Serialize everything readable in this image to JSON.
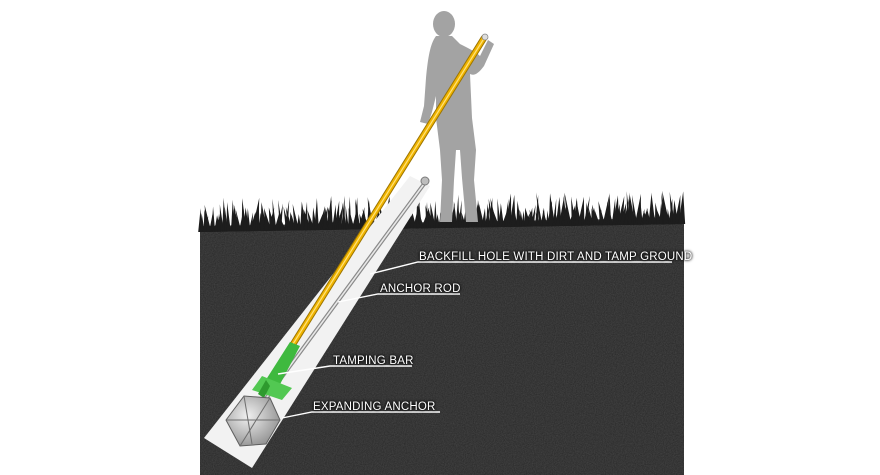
{
  "diagram": {
    "labels": {
      "backfill": "BACKFILL HOLE WITH DIRT AND TAMP GROUND",
      "anchor_rod": "ANCHOR ROD",
      "tamping_bar": "TAMPING BAR",
      "expanding_anchor": "EXPANDING ANCHOR"
    },
    "colors": {
      "soil": "#2e2e2e",
      "grass": "#1d1d1d",
      "person_silhouette": "#a3a3a3",
      "tamping_bar": "#f0b400",
      "tamping_bar_green": "#3fb93f",
      "anchor_rod": "#cfcfcf",
      "hole_backfill": "#f2f2f2"
    }
  }
}
